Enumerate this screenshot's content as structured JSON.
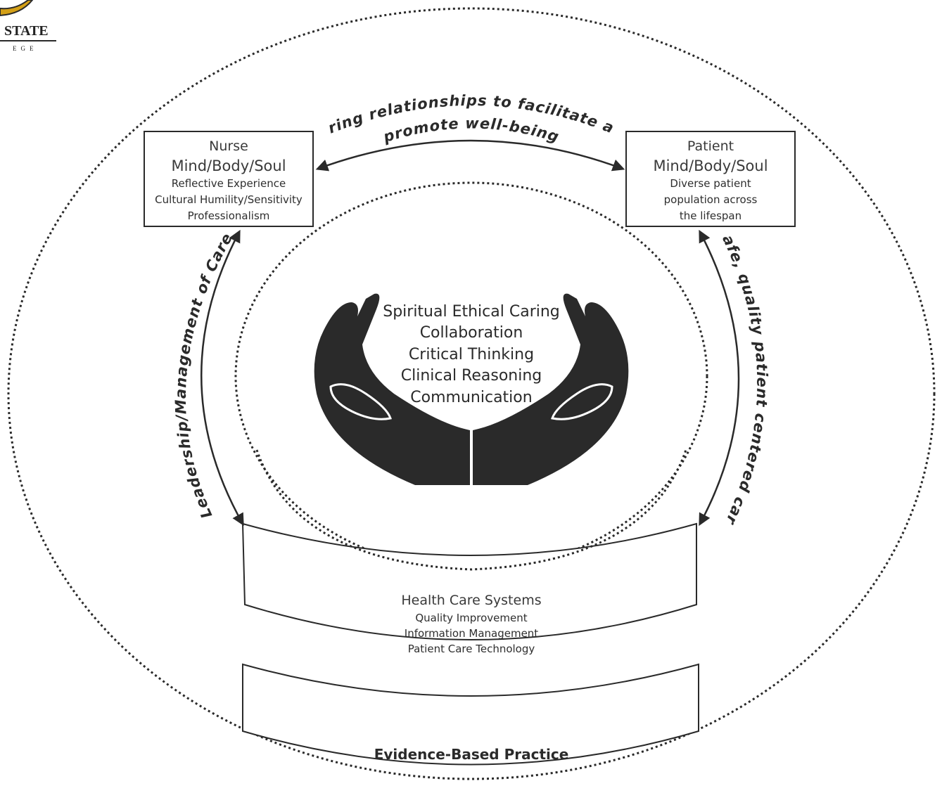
{
  "logo": {
    "word": "STATE",
    "subword": "EGE",
    "colors": {
      "gold": "#d4a017",
      "dark": "#2a2a2a"
    }
  },
  "nurse_box": {
    "title": "Nurse",
    "subtitle": "Mind/Body/Soul",
    "lines": [
      "Reflective Experience",
      "Cultural Humility/Sensitivity",
      "Professionalism"
    ]
  },
  "patient_box": {
    "title": "Patient",
    "subtitle": "Mind/Body/Soul",
    "lines": [
      "Diverse patient",
      "population across",
      "the lifespan"
    ]
  },
  "arcs": {
    "top": "Caring relationships to facilitate and",
    "top_line2": "promote well-being",
    "left": "Leadership/Management of Care",
    "right": "Safe, quality patient centered care"
  },
  "center": {
    "lines": [
      "Spiritual Ethical Caring",
      "Collaboration",
      "Critical Thinking",
      "Clinical Reasoning",
      "Communication"
    ],
    "icon": "cupped-hands-icon"
  },
  "health_care_systems": {
    "title": "Health Care Systems",
    "lines": [
      "Quality Improvement",
      "Information Management",
      "Patient Care Technology"
    ]
  },
  "evidence_based_practice": {
    "label": "Evidence-Based Practice"
  },
  "colors": {
    "ink": "#2a2a2a",
    "background": "#ffffff"
  }
}
